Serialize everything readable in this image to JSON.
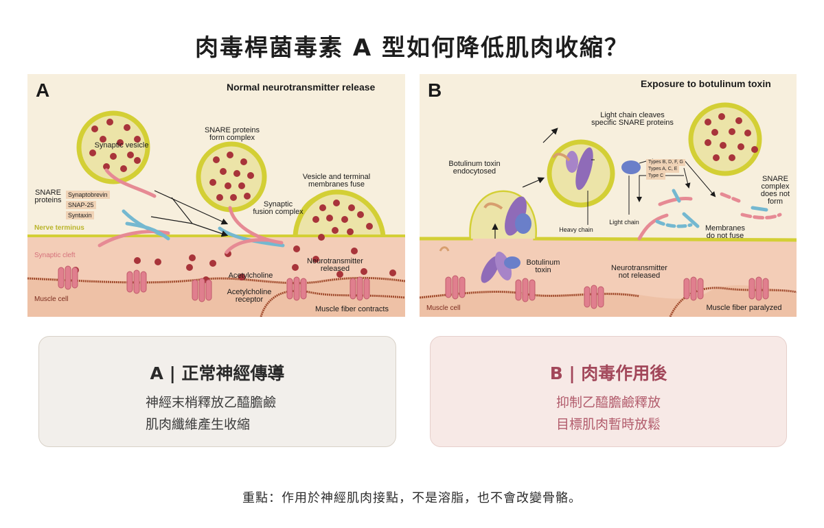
{
  "title": "肉毒桿菌毒素 A 型如何降低肌肉收縮？",
  "panel_a": {
    "letter": "A",
    "heading": "Normal neurotransmitter release",
    "labels": {
      "synaptic_vesicle": "Synaptic vesicle",
      "snare_form_complex": "SNARE proteins\nform complex",
      "vesicle_fuse": "Vesicle and terminal\nmembranes fuse",
      "snare_proteins": "SNARE\nproteins",
      "synaptobrevin": "Synaptobrevin",
      "snap25": "SNAP-25",
      "syntaxin": "Syntaxin",
      "synaptic_fusion_complex": "Synaptic\nfusion complex",
      "nerve_terminus": "Nerve terminus",
      "synaptic_cleft": "Synaptic cleft",
      "muscle_cell": "Muscle cell",
      "acetylcholine": "Acetylcholine",
      "acetylcholine_receptor": "Acetylcholine\nreceptor",
      "neurotransmitter_released": "Neurotransmitter\nreleased",
      "muscle_contracts": "Muscle fiber contracts"
    }
  },
  "panel_b": {
    "letter": "B",
    "heading": "Exposure to botulinum toxin",
    "labels": {
      "light_chain_cleaves": "Light chain cleaves\nspecific SNARE proteins",
      "toxin_endocytosed": "Botulinum toxin\nendocytosed",
      "types_bdfg": "Types B, D, F, G",
      "types_ace": "Types A, C, E",
      "type_c": "Type C",
      "snare_not_form": "SNARE\ncomplex\ndoes not\nform",
      "heavy_chain": "Heavy chain",
      "light_chain": "Light chain",
      "membranes_not_fuse": "Membranes\ndo not fuse",
      "botulinum_toxin": "Botulinum\ntoxin",
      "not_released": "Neurotransmitter\nnot released",
      "muscle_cell": "Muscle cell",
      "muscle_paralyzed": "Muscle fiber paralyzed"
    }
  },
  "card_a": {
    "title": "A | 正常神經傳導",
    "lines": [
      "神經末梢釋放乙醯膽鹼",
      "肌肉纖維產生收縮"
    ]
  },
  "card_b": {
    "title": "B | 肉毒作用後",
    "lines": [
      "抑制乙醯膽鹼釋放",
      "目標肌肉暫時放鬆"
    ]
  },
  "footnote": "重點：作用於神經肌肉接點，不是溶脂，也不會改變骨骼。",
  "colors": {
    "panel_bg": "#f7efdd",
    "vesicle_ring": "#d3cf35",
    "vesicle_fill": "#ece4a8",
    "neurotransmitter": "#a8343a",
    "cleft": "#f3cdb7",
    "muscle": "#f0c5ac",
    "muscle_line": "#a04a2c",
    "receptor": "#e07f8e",
    "toxin_heavy": "#8f6bb8",
    "toxin_light": "#6a7fc9",
    "snare_pink": "#e68a94",
    "snare_blue": "#74b8d0",
    "card_b_title": "#a2475a"
  }
}
